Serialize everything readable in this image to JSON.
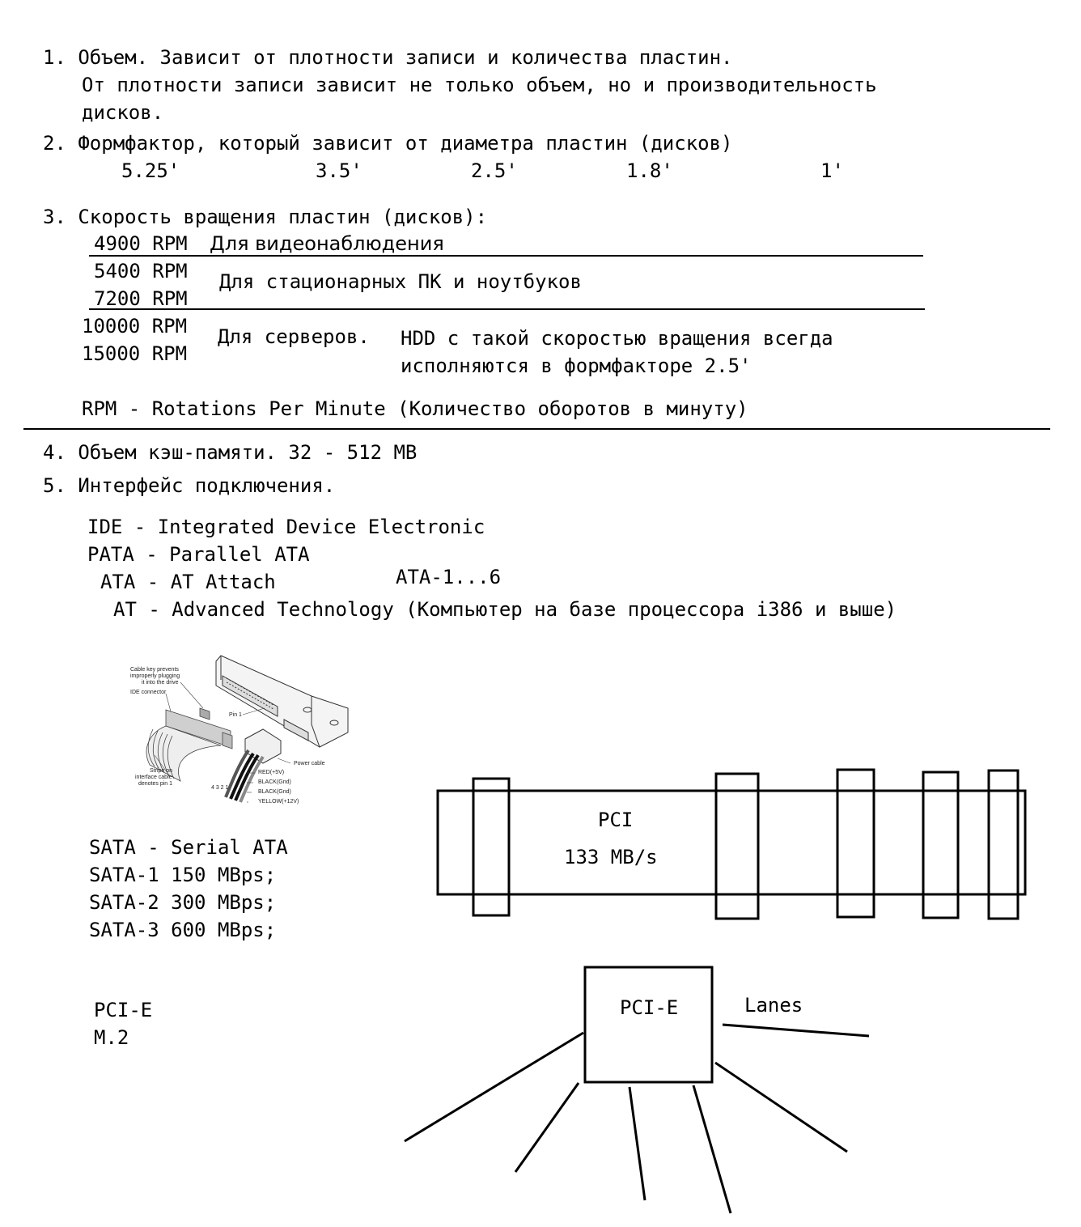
{
  "item1": {
    "line1": "1. Объем. Зависит от плотности записи и количества пластин.",
    "line2": "От плотности записи зависит не только объем, но и производительность",
    "line3": "дисков."
  },
  "item2": {
    "line1": "2. Формфактор, который зависит от диаметра пластин (дисков)",
    "sizes": [
      "5.25'",
      "3.5'",
      "2.5'",
      "1.8'",
      "1'"
    ]
  },
  "item3": {
    "heading": "3. Скорость вращения пластин (дисков):",
    "rpm_4900": "4900 RPM",
    "label_4900": "Для видеонаблюдения",
    "rpm_5400": "5400 RPM",
    "rpm_7200": "7200 RPM",
    "label_desktop": "Для стационарных ПК и ноутбуков",
    "rpm_10000": "10000 RPM",
    "rpm_15000": "15000 RPM",
    "label_servers": "Для серверов.",
    "note_line1": "HDD с такой скоростью вращения всегда",
    "note_line2": "исполняются в формфакторе 2.5'",
    "rpm_definition": "RPM - Rotations Per Minute (Количество оборотов в минуту)"
  },
  "item4": {
    "text": "4. Объем кэш-памяти. 32 - 512 MB"
  },
  "item5": {
    "heading": "5. Интерфейс подключения.",
    "ide": "IDE - Integrated Device Electronic",
    "pata": "PATA - Parallel ATA",
    "ata": "ATA - AT Attach",
    "ata_versions": "ATA-1...6",
    "at": "AT - Advanced Technology (Компьютер на базе процессора i386 и выше)",
    "sata": "SATA - Serial ATA",
    "sata1": "SATA-1 150 MBps;",
    "sata2": "SATA-2 300 MBps;",
    "sata3": "SATA-3 600 MBps;",
    "pcie": "PCI-E",
    "m2": "M.2"
  },
  "ide_figure": {
    "labels": {
      "cable_key_1": "Cable key prevents",
      "cable_key_2": "improperly plugging",
      "cable_key_3": "it into the drive",
      "ide_connector": "IDE connector",
      "pin1": "Pin 1",
      "stripe_1": "Stripe on",
      "stripe_2": "interface cable",
      "stripe_3": "denotes pin 1",
      "power_cable": "Power cable",
      "red": "RED(+5V)",
      "black1": "BLACK(Gnd)",
      "black2": "BLACK(Gnd)",
      "yellow": "YELLOW(+12V)",
      "pins": "4 3 2 1"
    }
  },
  "pci_diagram": {
    "title": "PCI",
    "speed": "133 MB/s"
  },
  "pcie_diagram": {
    "title": "PCI-E",
    "lanes": "Lanes"
  }
}
